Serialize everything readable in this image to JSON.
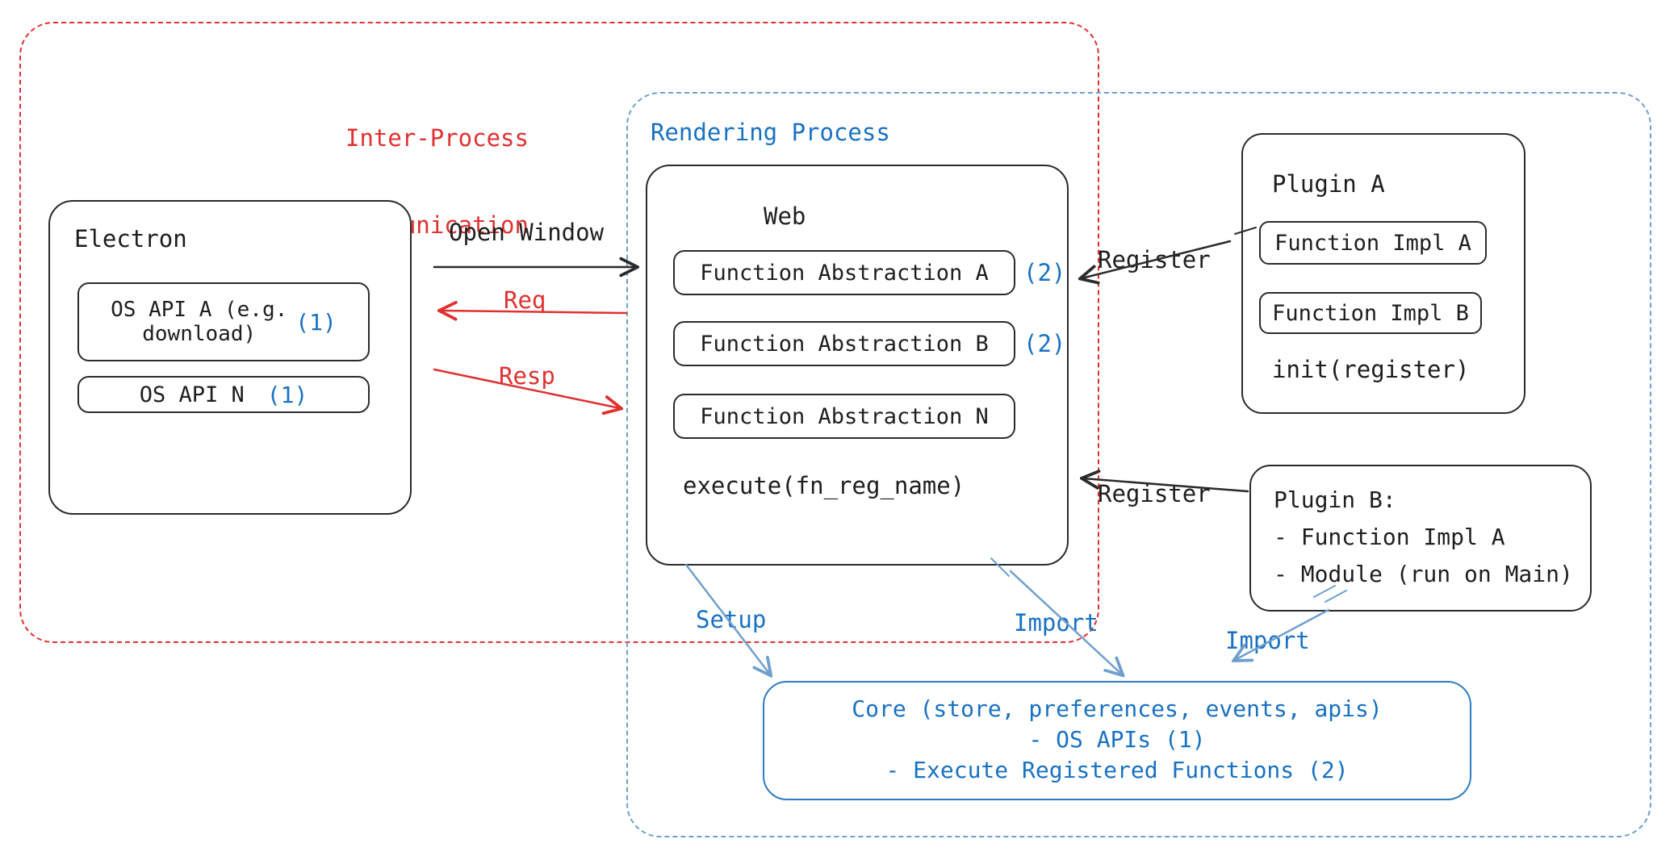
{
  "colors": {
    "red": "#e03131",
    "blue_text": "#1971c2",
    "light_blue": "#6f9fcd",
    "core_border": "#2f7cc0",
    "ink": "#1e1e1e"
  },
  "regions": {
    "ipc": {
      "title_line1": "Inter-Process",
      "title_line2": "Communication"
    },
    "rendering": {
      "title": "Rendering Process"
    }
  },
  "electron": {
    "title": "Electron",
    "os_api_a": {
      "line1": "OS API A (e.g.",
      "line2": "download)",
      "ref": "(1)"
    },
    "os_api_n": {
      "label": "OS API N",
      "ref": "(1)"
    }
  },
  "web": {
    "title": "Web",
    "fn_abstraction_a": {
      "label": "Function Abstraction A",
      "ref": "(2)"
    },
    "fn_abstraction_b": {
      "label": "Function Abstraction B",
      "ref": "(2)"
    },
    "fn_abstraction_n": {
      "label": "Function Abstraction N"
    },
    "execute": "execute(fn_reg_name)"
  },
  "plugin_a": {
    "title": "Plugin A",
    "impl_a": "Function Impl A",
    "impl_b": "Function Impl B",
    "init": "init(register)"
  },
  "plugin_b": {
    "title": "Plugin B:",
    "item1": "- Function Impl A",
    "item2": "- Module (run on Main)"
  },
  "core": {
    "line1": "Core (store, preferences, events, apis)",
    "line2": "- OS APIs (1)",
    "line3": "- Execute Registered Functions (2)"
  },
  "arrows": {
    "open_window": "Open Window",
    "req": "Req",
    "resp": "Resp",
    "register_top": "Register",
    "register_bottom": "Register",
    "setup": "Setup",
    "import_web": "Import",
    "import_plugin": "Import"
  }
}
